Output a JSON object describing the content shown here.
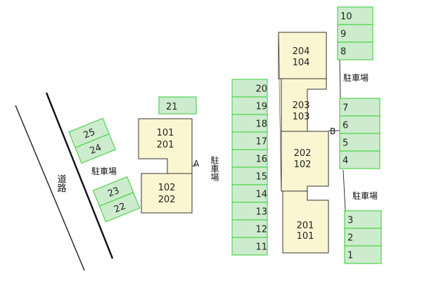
{
  "road_label": "道路",
  "parking_label": "駐車場",
  "marker_a": "A",
  "marker_b": "B",
  "building_a_units": [
    [
      "101",
      "201"
    ],
    [
      "102",
      "202"
    ]
  ],
  "building_b_units": [
    [
      "204",
      "104"
    ],
    [
      "203",
      "103"
    ],
    [
      "202",
      "102"
    ],
    [
      "201",
      "101"
    ]
  ],
  "parking_spaces": {
    "top_single": "21",
    "left_upper": [
      "25",
      "24"
    ],
    "left_lower": [
      "23",
      "22"
    ],
    "center_column": [
      "20",
      "19",
      "18",
      "17",
      "16",
      "15",
      "14",
      "13",
      "12",
      "11"
    ],
    "right_top": [
      "10",
      "9",
      "8"
    ],
    "right_middle": [
      "7",
      "6",
      "5",
      "4"
    ],
    "right_bottom": [
      "3",
      "2",
      "1"
    ]
  }
}
